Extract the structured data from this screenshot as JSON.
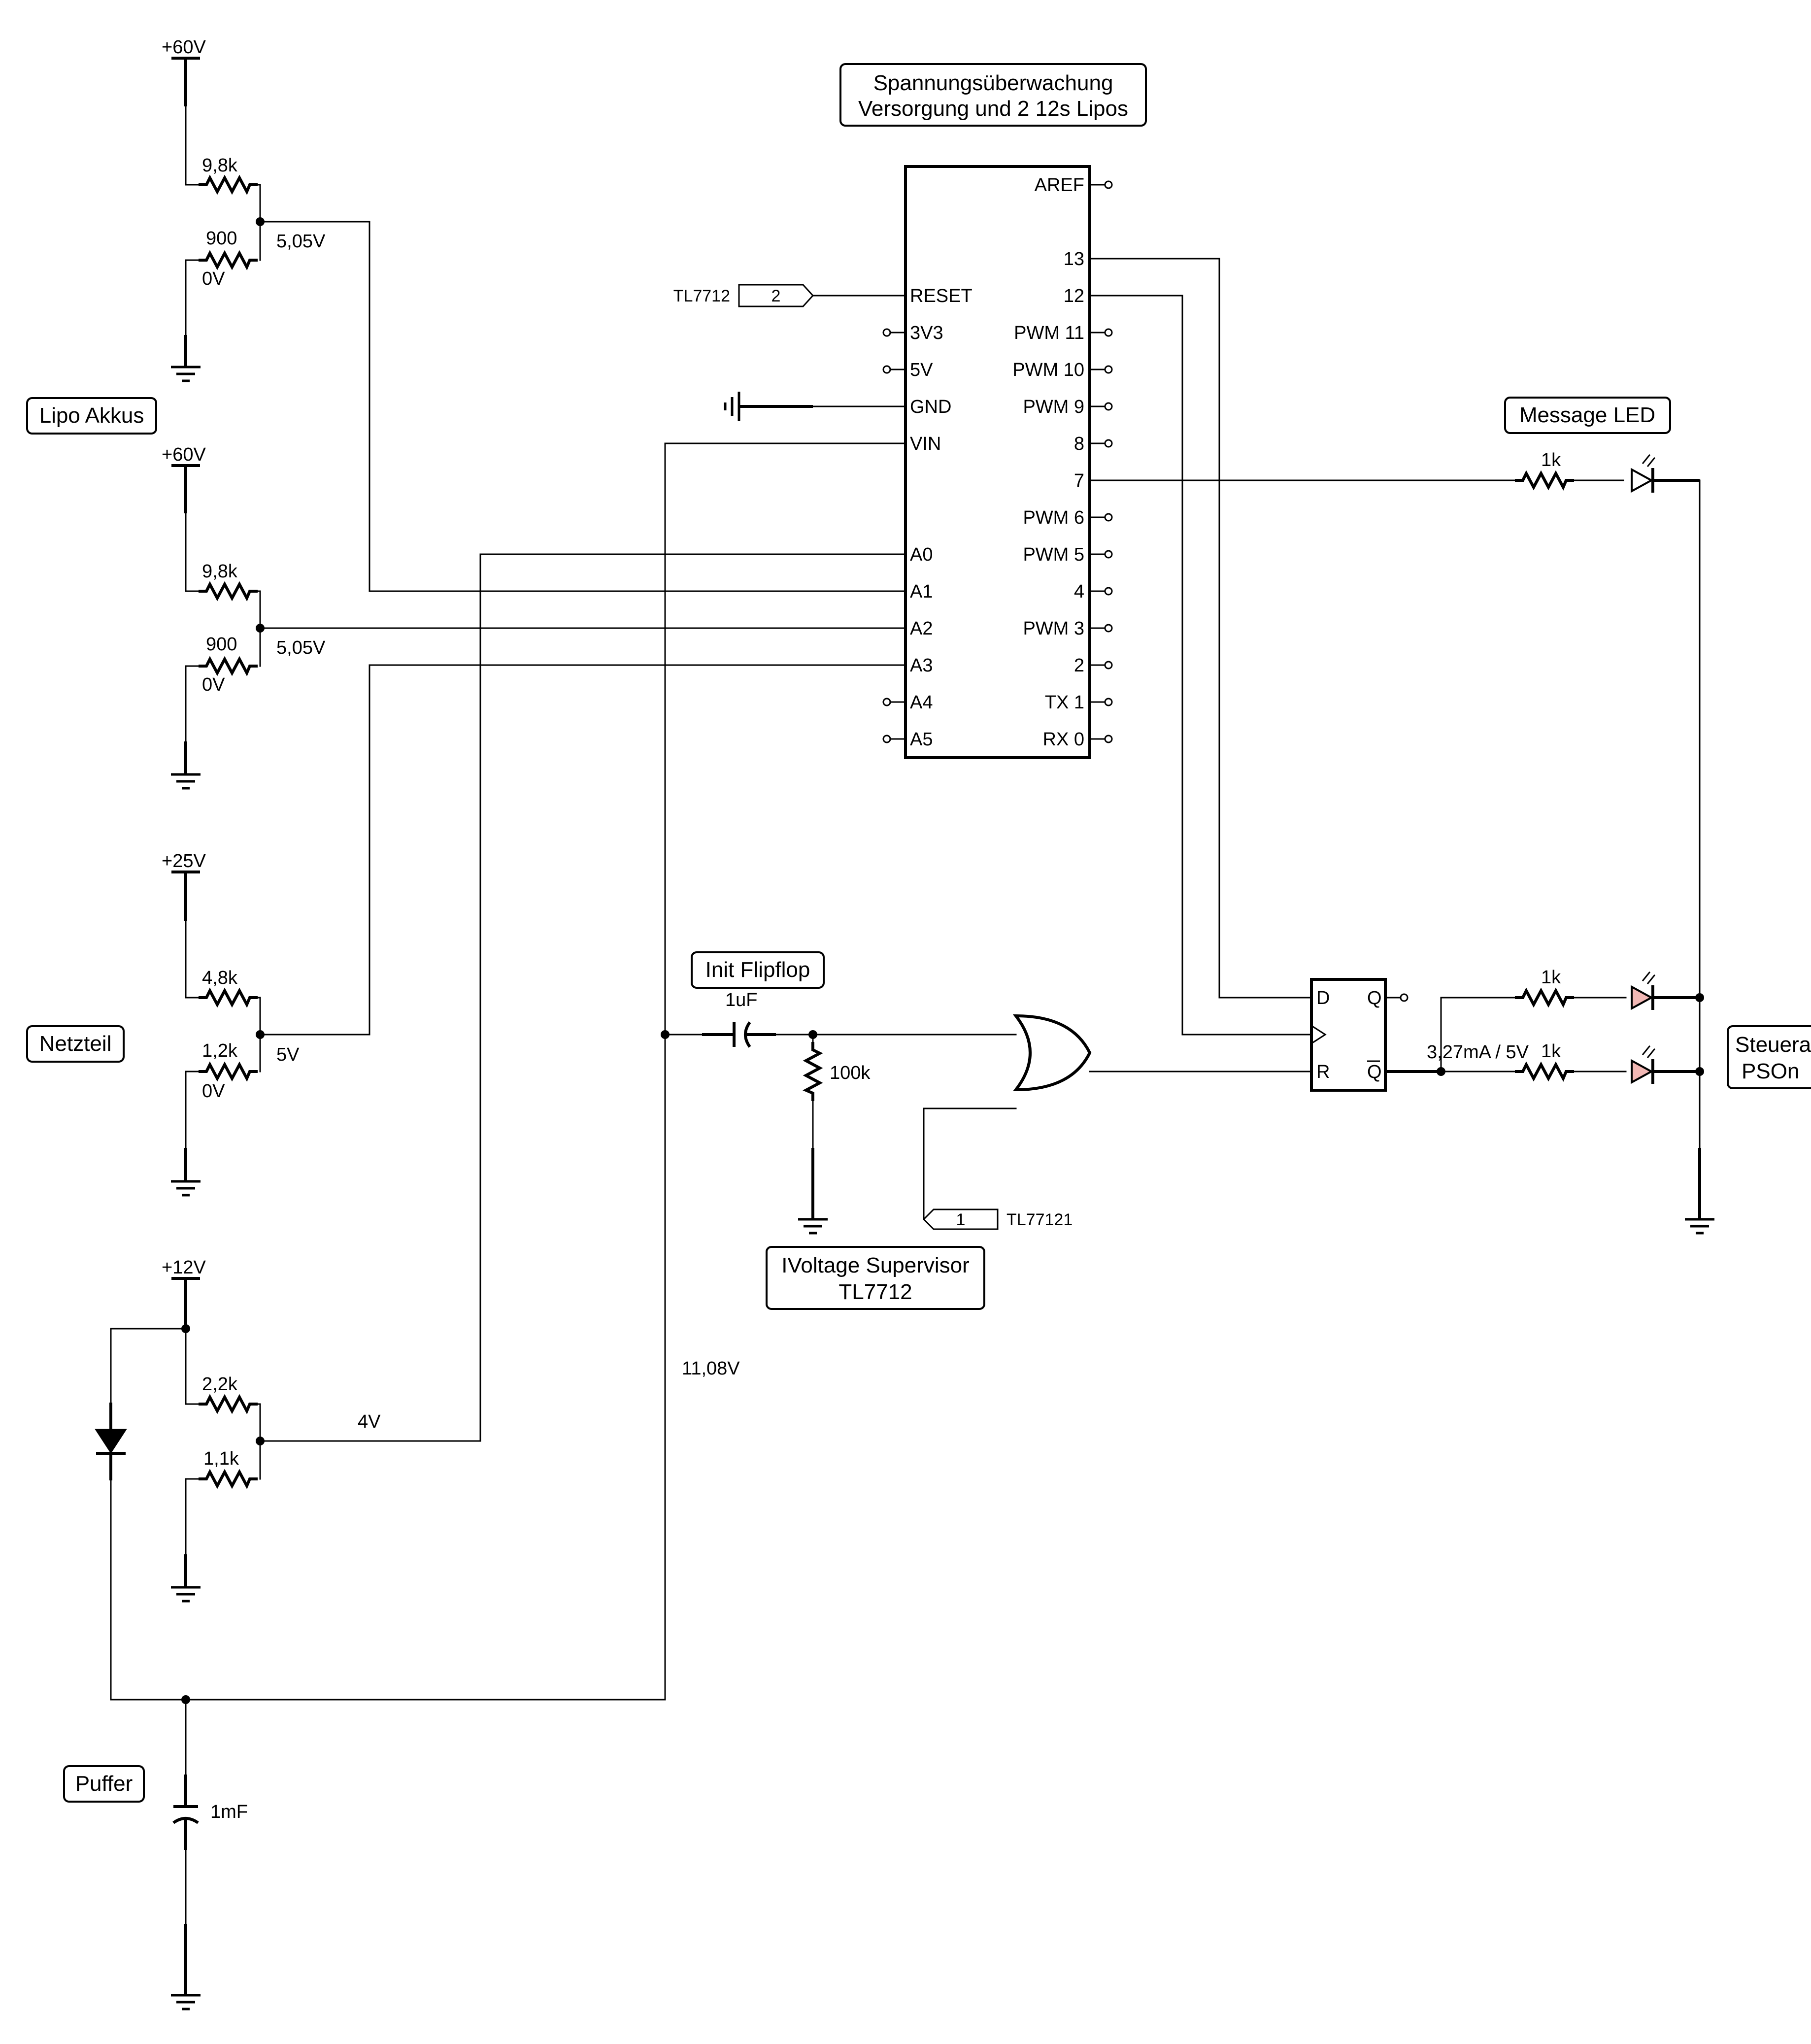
{
  "title": {
    "line1": "Spannungsüberwachung",
    "line2": "Versorgung und 2 12s Lipos"
  },
  "labels": {
    "lipo": "Lipo Akkus",
    "netzteil": "Netzteil",
    "puffer": "Puffer",
    "message_led": "Message LED",
    "init_flipflop": "Init Flipflop",
    "supervisor_line1": "IVoltage Supervisor",
    "supervisor_line2": "TL7712",
    "steuer_line1": "Steuera",
    "steuer_line2": "PSOn"
  },
  "supplies": {
    "v60a": "+60V",
    "v60b": "+60V",
    "v25": "+25V",
    "v12": "+12V"
  },
  "resistors": {
    "r1": "9,8k",
    "r2": "900",
    "r3": "9,8k",
    "r4": "900",
    "r5": "4,8k",
    "r6": "1,2k",
    "r7": "2,2k",
    "r8": "1,1k",
    "r_msg": "1k",
    "r_q": "1k",
    "r_qn": "1k",
    "r_init": "100k"
  },
  "voltages": {
    "div1": "5,05V",
    "zero1": "0V",
    "div2": "5,05V",
    "zero2": "0V",
    "div3": "5V",
    "zero3": "0V",
    "div4": "4V",
    "vin": "11,08V",
    "led_current": "3,27mA / 5V"
  },
  "capacitors": {
    "c_init": "1uF",
    "c_puffer": "1mF"
  },
  "flags": {
    "reset_num": "2",
    "reset_name": "TL7712",
    "or_num": "1",
    "or_name": "TL77121"
  },
  "mcu": {
    "left_pins": [
      "RESET",
      "3V3",
      "5V",
      "GND",
      "VIN",
      "",
      "A0",
      "A1",
      "A2",
      "A3",
      "A4",
      "A5"
    ],
    "right_pins": [
      "AREF",
      "",
      "13",
      "12",
      "PWM 11",
      "PWM 10",
      "PWM 9",
      "8",
      "7",
      "PWM 6",
      "PWM 5",
      "4",
      "PWM 3",
      "2",
      "TX 1",
      "RX 0"
    ]
  },
  "flipflop": {
    "d": "D",
    "r": "R",
    "q": "Q",
    "qn": "Q"
  }
}
